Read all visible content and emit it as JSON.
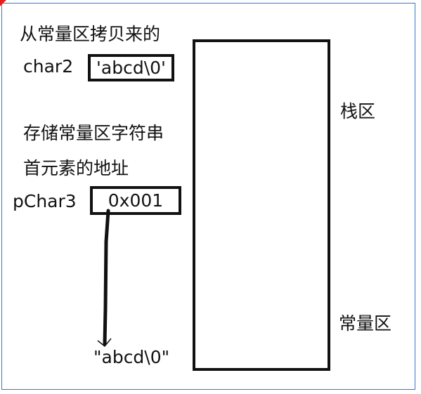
{
  "labels": {
    "copy_from_const": "从常量区拷贝来的",
    "char2_name": "char2",
    "char2_value": "'abcd\\0'",
    "store_addr_line1": "存储常量区字符串",
    "store_addr_line2": "首元素的地址",
    "pchar3_name": "pChar3",
    "pchar3_value": "0x001",
    "const_string": "\"abcd\\0\""
  },
  "memory": {
    "stack_label": "栈区",
    "const_label": "常量区"
  },
  "colors": {
    "ink": "#111111",
    "frame_border": "#2e7bd6",
    "corner_mark": "#e02020"
  }
}
